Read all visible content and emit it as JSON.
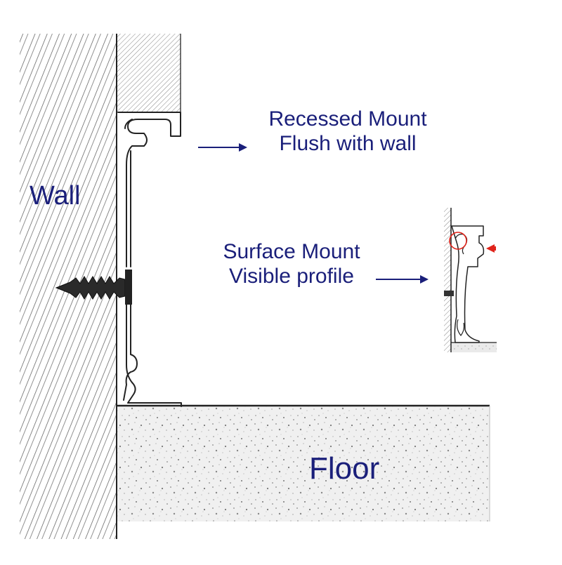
{
  "labels": {
    "wall": "Wall",
    "floor": "Floor",
    "recessed_title": "Recessed Mount",
    "recessed_subtitle": "Flush with wall",
    "surface_title": "Surface Mount",
    "surface_subtitle": "Visible profile"
  },
  "colors": {
    "label_text": "#1a1f7a",
    "arrow": "#1a1f7a",
    "line": "#222222",
    "hatch": "#555555",
    "floor_fill": "#efefef",
    "highlight": "#e0241b"
  },
  "icons": {
    "recessed_arrow": "arrow-right-icon",
    "surface_arrow": "arrow-right-icon",
    "highlight_arrow": "arrow-left-icon",
    "fastener": "wall-anchor-icon"
  }
}
